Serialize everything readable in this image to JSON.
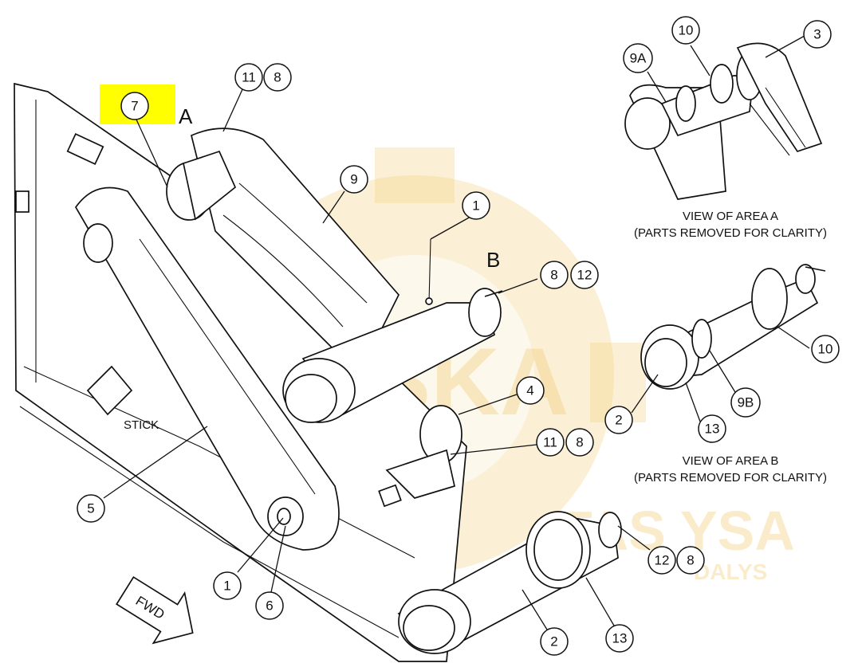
{
  "diagram": {
    "area_letters": {
      "a": "A",
      "b": "B"
    },
    "stick_label": "STICK",
    "fwd_label": "FWD",
    "view_a": {
      "line1": "VIEW OF AREA  A",
      "line2": "(PARTS REMOVED FOR CLARITY)"
    },
    "view_b": {
      "line1": "VIEW OF AREA  B",
      "line2": "(PARTS REMOVED FOR CLARITY)"
    },
    "highlight_color": "#ffff00",
    "watermark": {
      "brand_top": "ESKA",
      "brand_mid": "TAS YSA",
      "brand_sub": "DALYS"
    },
    "callouts": {
      "c7": "7",
      "c11_top": "11",
      "c8_top": "8",
      "c9": "9",
      "c1_top": "1",
      "c8_b": "8",
      "c12_b": "12",
      "c4": "4",
      "c11_mid": "11",
      "c8_mid": "8",
      "c5": "5",
      "c1_bottom": "1",
      "c6": "6",
      "c2_bottom": "2",
      "c13_bottom": "13",
      "c12_bottom": "12",
      "c8_bottom": "8",
      "c10_a": "10",
      "c3_a": "3",
      "c9a": "9A",
      "c10_b": "10",
      "c2_b": "2",
      "c13_b": "13",
      "c9b": "9B"
    }
  }
}
